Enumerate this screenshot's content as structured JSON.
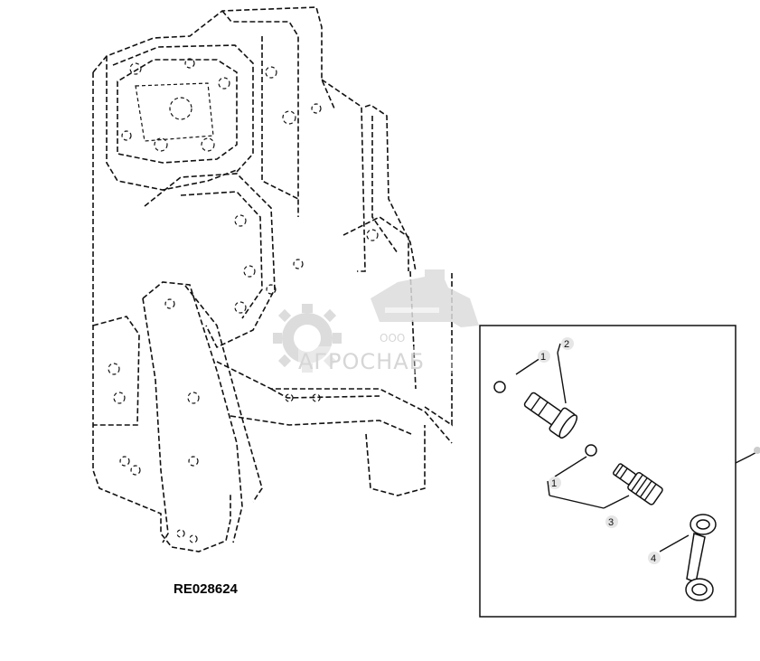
{
  "figure": {
    "reference_code": "RE028624"
  },
  "watermark": {
    "company_prefix": "ООО",
    "company_name": "АГРОСНАБ"
  },
  "callouts": [
    {
      "id": "callout-1a",
      "label": "1"
    },
    {
      "id": "callout-2",
      "label": "2"
    },
    {
      "id": "callout-1b",
      "label": "1"
    },
    {
      "id": "callout-3",
      "label": "3"
    },
    {
      "id": "callout-4",
      "label": "4"
    }
  ]
}
